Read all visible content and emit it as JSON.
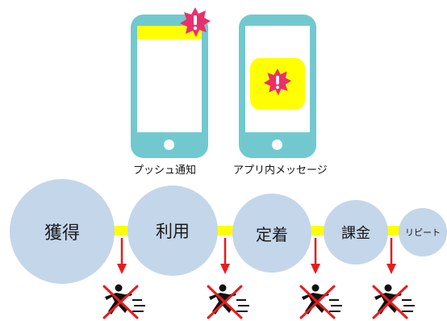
{
  "colors": {
    "phone_body": "#71c9cf",
    "notification": "#ffff00",
    "badge": "#e8306d",
    "stage_circle": "#c4d6ea",
    "connector": "#ffff00",
    "arrow": "#e81c1c",
    "runner": "#111111",
    "cross": "#e81c1c"
  },
  "phones": [
    {
      "caption": "プッシュ通知",
      "icon": "push-notification-badge-icon"
    },
    {
      "caption": "アプリ内メッセージ",
      "icon": "in-app-message-badge-icon"
    }
  ],
  "stages": [
    {
      "label": "獲得"
    },
    {
      "label": "利用"
    },
    {
      "label": "定着"
    },
    {
      "label": "課金"
    },
    {
      "label": "リピート"
    }
  ],
  "churn_icon": "running-person-crossed-out-icon"
}
